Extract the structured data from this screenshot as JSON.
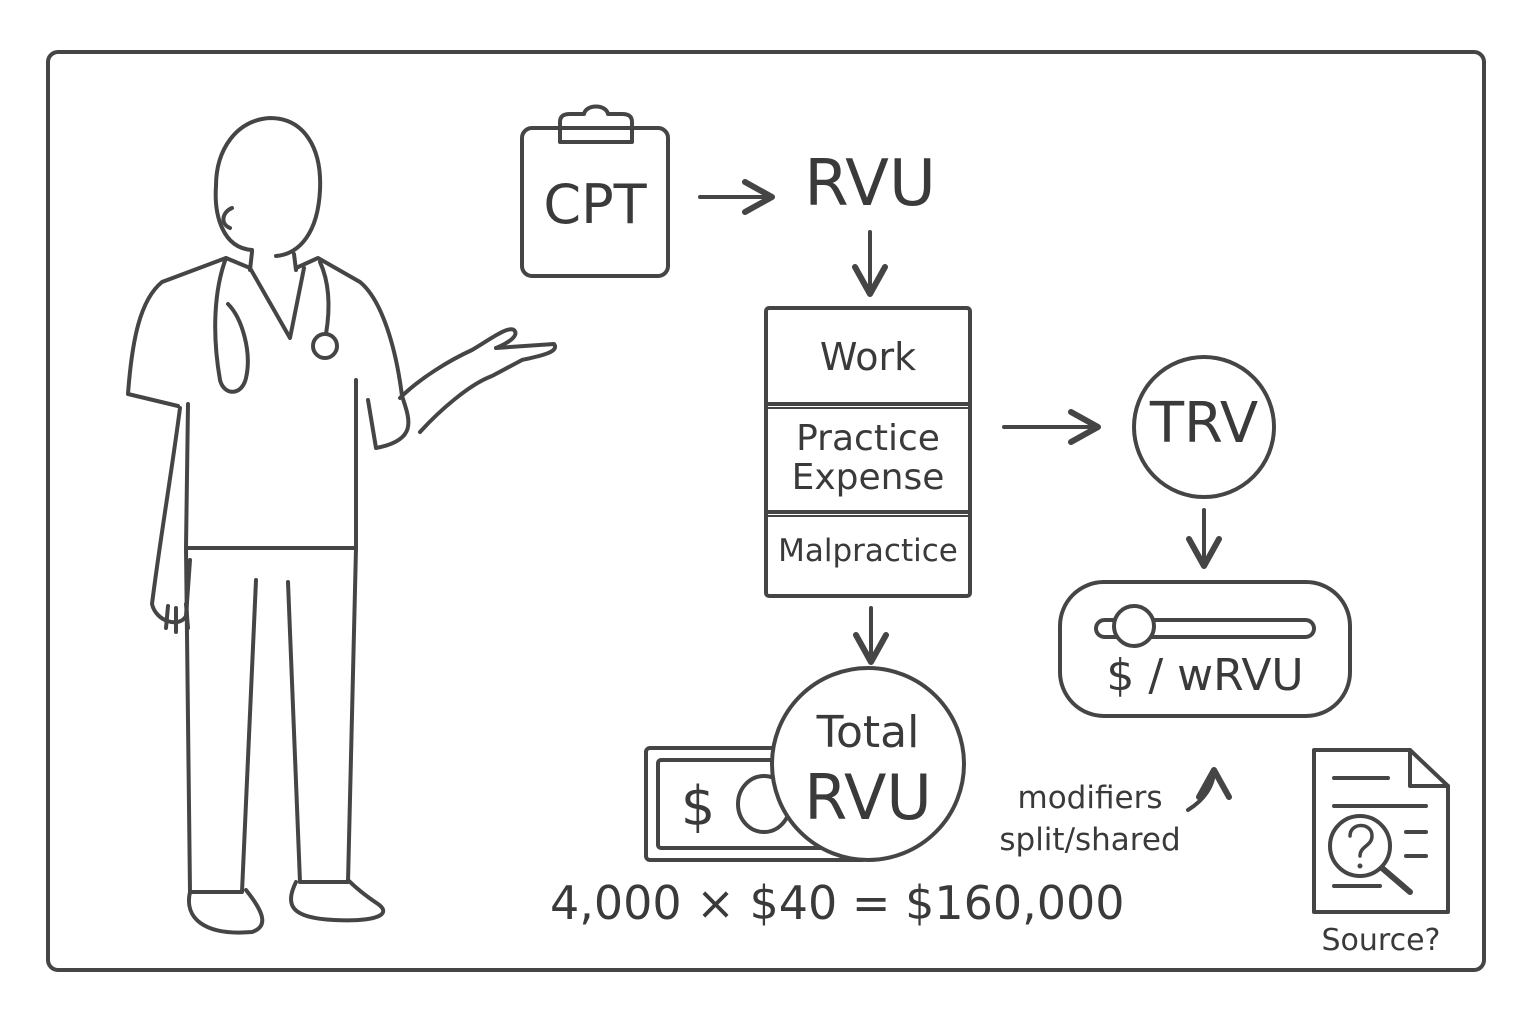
{
  "flow": {
    "cpt": "CPT",
    "rvu": "RVU",
    "components": [
      "Work",
      "Practice Expense",
      "Malpractice"
    ],
    "trv": "TRV",
    "rate": "$ / wRVU",
    "total_line1": "Total",
    "total_line2": "RVU",
    "bill_symbol": "$",
    "modifiers": "modifiers split/shared",
    "equation": "4,000 × $40 = $160,000",
    "source": "Source?"
  },
  "icons": [
    "physician-figure-icon",
    "clipboard-icon",
    "dollar-bill-icon",
    "slider-icon",
    "document-search-icon",
    "arrow-icon",
    "curved-arrow-icon"
  ],
  "colors": {
    "stroke": "#454545",
    "text": "#3a3a3a",
    "background": "#ffffff"
  }
}
